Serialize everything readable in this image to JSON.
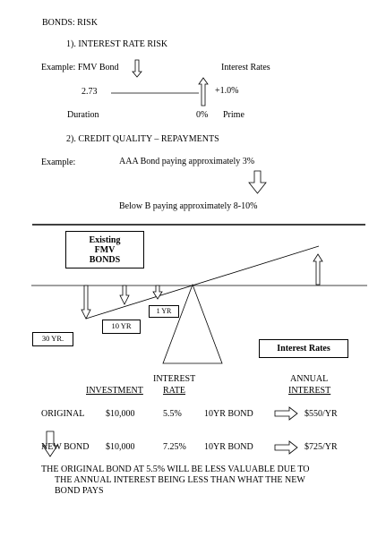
{
  "title": "BONDS: RISK",
  "section1": {
    "heading": "1).     INTEREST RATE RISK",
    "example_label": "Example: FMV Bond",
    "interest_rates_label": "Interest Rates",
    "value_left": "2.73",
    "value_right": "+1.0%",
    "duration_label": "Duration",
    "zero_label": "0%",
    "prime_label": "Prime"
  },
  "section2": {
    "heading": "2).     CREDIT QUALITY – REPAYMENTS",
    "example_label": "Example:",
    "aaa_text": "AAA Bond paying approximately 3%",
    "below_b_text": "Below B paying approximately 8-10%"
  },
  "seesaw": {
    "existing_box": "Existing FMV BONDS",
    "existing_lines": [
      "Existing",
      "FMV",
      "BONDS"
    ],
    "labels": [
      "30 YR.",
      "10  YR",
      "1 YR"
    ],
    "interest_rates_box": "Interest Rates"
  },
  "table": {
    "headers": {
      "investment": "INVESTMENT",
      "rate_line1": "INTEREST",
      "rate_line2": "RATE",
      "annual_line1": "ANNUAL",
      "annual_line2": "INTEREST"
    },
    "rows": [
      {
        "name": "ORIGINAL",
        "investment": "$10,000",
        "rate": "5.5%",
        "bond": "10YR BOND",
        "interest": "$550/YR"
      },
      {
        "name": "NEW BOND",
        "investment": "$10,000",
        "rate": "7.25%",
        "bond": "10YR BOND",
        "interest": "$725/YR"
      }
    ]
  },
  "conclusion": {
    "line1": "THE ORIGINAL BOND AT 5.5% WILL BE LESS VALUABLE DUE TO",
    "line2": "THE ANNUAL INTEREST BEING LESS THAN WHAT THE NEW",
    "line3": "BOND PAYS"
  }
}
